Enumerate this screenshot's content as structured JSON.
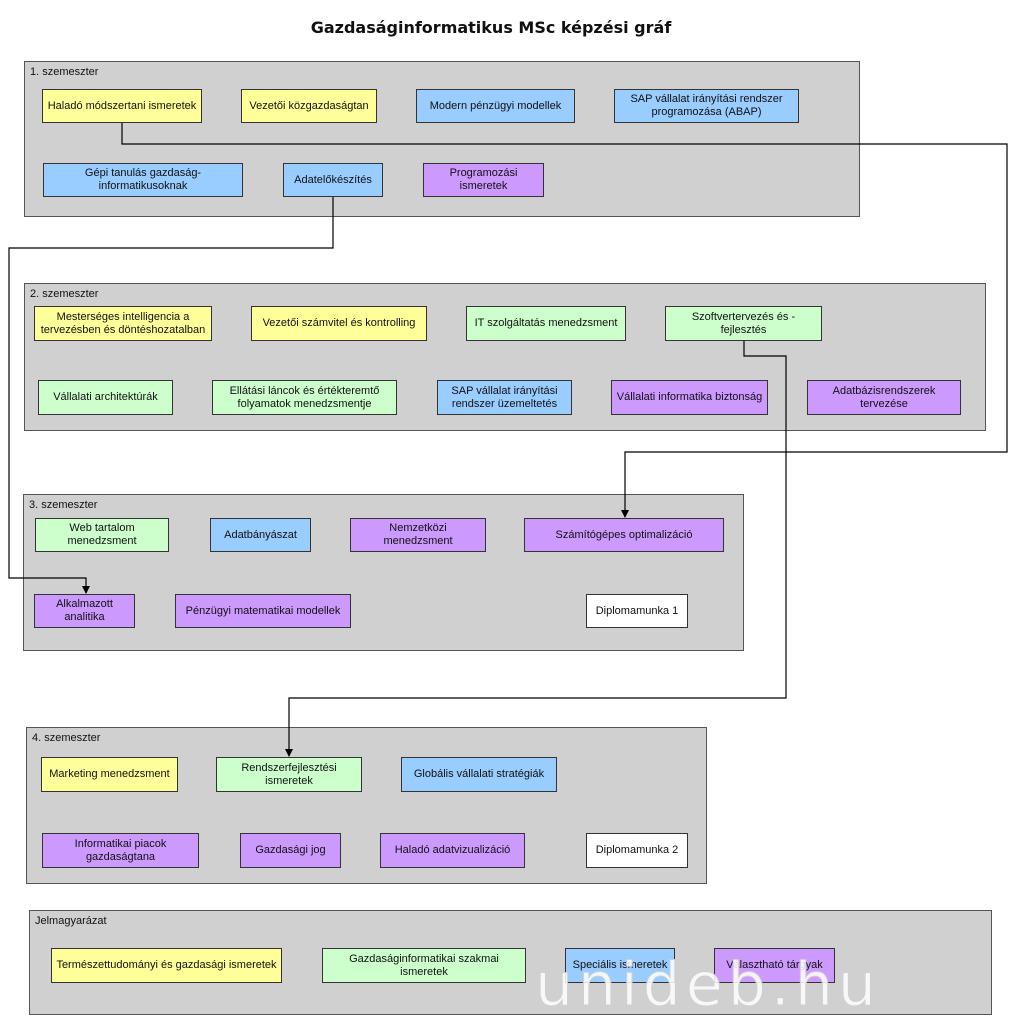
{
  "title": "Gazdaságinformatikus MSc képzési gráf",
  "colors": {
    "yellow": "#ffff99",
    "green": "#ccffcc",
    "blue": "#99ccff",
    "purple": "#cc99ff",
    "white": "#ffffff",
    "semester_bg": "#d0d0d0"
  },
  "semesters": [
    {
      "label": "1. szemeszter",
      "courses": [
        {
          "name": "Haladó módszertani ismeretek",
          "color": "yellow"
        },
        {
          "name": "Vezetői közgazdaságtan",
          "color": "yellow"
        },
        {
          "name": "Modern pénzügyi modellek",
          "color": "blue"
        },
        {
          "name": "SAP vállalat irányítási rendszer programozása (ABAP)",
          "color": "blue"
        },
        {
          "name": "Gépi tanulás gazdaság-informatikusoknak",
          "color": "blue"
        },
        {
          "name": "Adatelőkészítés",
          "color": "blue"
        },
        {
          "name": "Programozási ismeretek",
          "color": "purple"
        }
      ]
    },
    {
      "label": "2. szemeszter",
      "courses": [
        {
          "name": "Mesterséges intelligencia a tervezésben és döntéshozatalban",
          "color": "yellow"
        },
        {
          "name": "Vezetői számvitel és kontrolling",
          "color": "yellow"
        },
        {
          "name": "IT szolgáltatás menedzsment",
          "color": "green"
        },
        {
          "name": "Szoftvertervezés és -fejlesztés",
          "color": "green"
        },
        {
          "name": "Vállalati architektúrák",
          "color": "green"
        },
        {
          "name": "Ellátási láncok és értékteremtő folyamatok menedzsmentje",
          "color": "green"
        },
        {
          "name": "SAP vállalat irányítási rendszer üzemeltetés",
          "color": "blue"
        },
        {
          "name": "Vállalati informatika biztonság",
          "color": "purple"
        },
        {
          "name": "Adatbázisrendszerek tervezése",
          "color": "purple"
        }
      ]
    },
    {
      "label": "3. szemeszter",
      "courses": [
        {
          "name": "Web tartalom menedzsment",
          "color": "green"
        },
        {
          "name": "Adatbányászat",
          "color": "blue"
        },
        {
          "name": "Nemzetközi menedzsment",
          "color": "purple"
        },
        {
          "name": "Számítógépes optimalizáció",
          "color": "purple"
        },
        {
          "name": "Alkalmazott analitika",
          "color": "purple"
        },
        {
          "name": "Pénzügyi matematikai modellek",
          "color": "purple"
        },
        {
          "name": "Diplomamunka 1",
          "color": "white"
        }
      ]
    },
    {
      "label": "4. szemeszter",
      "courses": [
        {
          "name": "Marketing menedzsment",
          "color": "yellow"
        },
        {
          "name": "Rendszerfejlesztési ismeretek",
          "color": "green"
        },
        {
          "name": "Globális vállalati stratégiák",
          "color": "blue"
        },
        {
          "name": "Informatikai piacok gazdaságtana",
          "color": "purple"
        },
        {
          "name": "Gazdasági jog",
          "color": "purple"
        },
        {
          "name": "Haladó adatvizualizáció",
          "color": "purple"
        },
        {
          "name": "Diplomamunka 2",
          "color": "white"
        }
      ]
    }
  ],
  "legend": {
    "label": "Jelmagyarázat",
    "items": [
      {
        "name": "Természettudományi és gazdasági ismeretek",
        "color": "yellow"
      },
      {
        "name": "Gazdaságinformatikai szakmai ismeretek",
        "color": "green"
      },
      {
        "name": "Speciális ismeretek",
        "color": "blue"
      },
      {
        "name": "Választható tárgyak",
        "color": "purple"
      }
    ]
  },
  "prerequisites": [
    {
      "from": "Haladó módszertani ismeretek",
      "to": "Számítógépes optimalizáció"
    },
    {
      "from": "Adatelőkészítés",
      "to": "Alkalmazott analitika"
    },
    {
      "from": "Szoftvertervezés és -fejlesztés",
      "to": "Rendszerfejlesztési ismeretek"
    }
  ],
  "watermark": "unideb.hu"
}
